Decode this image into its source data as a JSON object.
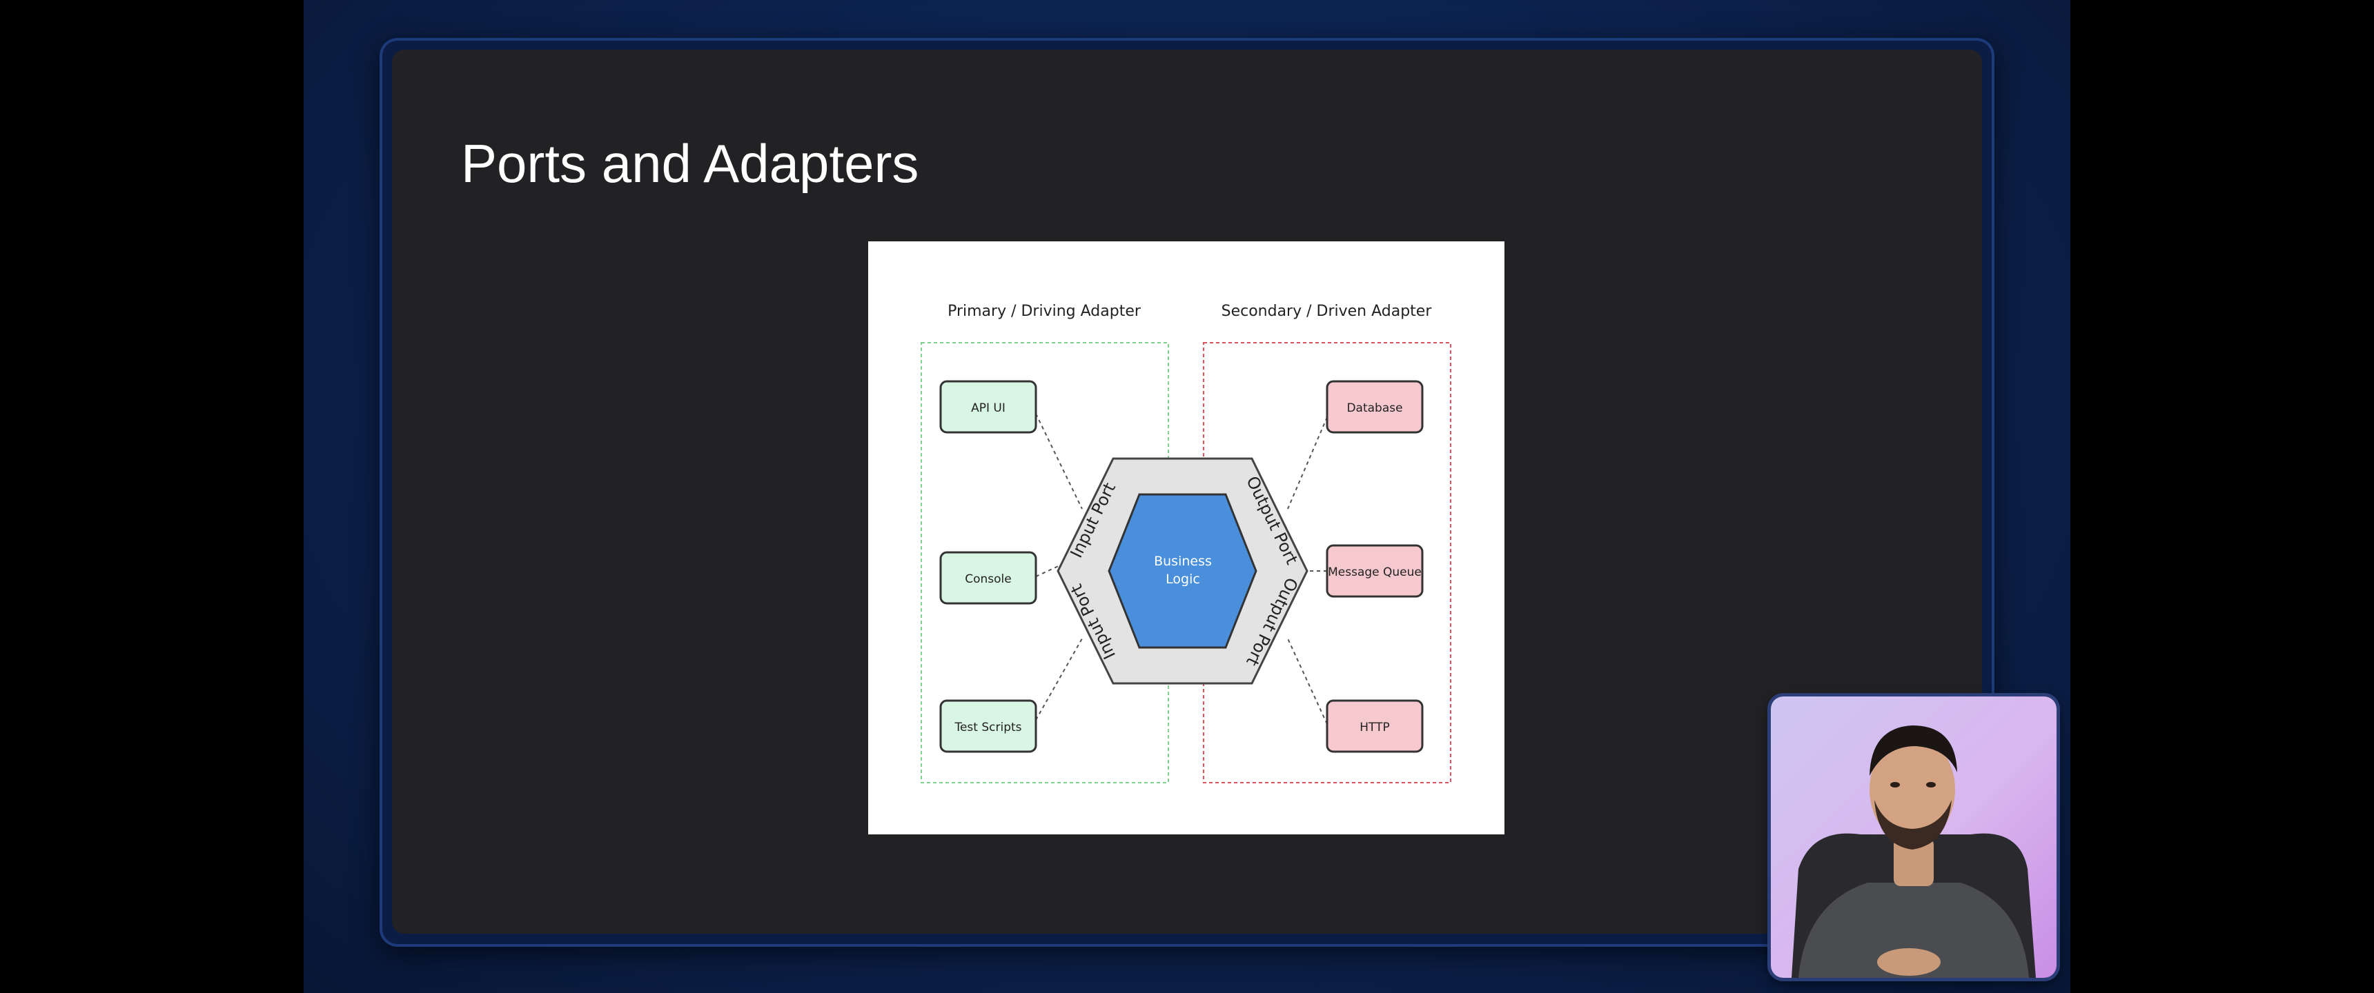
{
  "slide": {
    "title": "Ports and Adapters"
  },
  "diagram": {
    "primary_adapter_title": "Primary / Driving Adapter",
    "secondary_adapter_title": "Secondary / Driven Adapter",
    "primary_adapters": [
      "API UI",
      "Console",
      "Test Scripts"
    ],
    "secondary_adapters": [
      "Database",
      "Message Queue",
      "HTTP"
    ],
    "port_labels": {
      "input_top": "Input Port",
      "input_bottom": "Input Port",
      "output_top": "Output Port",
      "output_bottom": "Output Port"
    },
    "core_line1": "Business",
    "core_line2": "Logic",
    "colors": {
      "primary_box_fill": "#d9f5e3",
      "secondary_box_fill": "#f6c9cf",
      "primary_border": "#79c98a",
      "secondary_border": "#e25563",
      "core_fill": "#4a8fdc",
      "ring_fill": "#e3e3e4"
    }
  },
  "webcam": {
    "icon": "presenter-video-feed"
  }
}
